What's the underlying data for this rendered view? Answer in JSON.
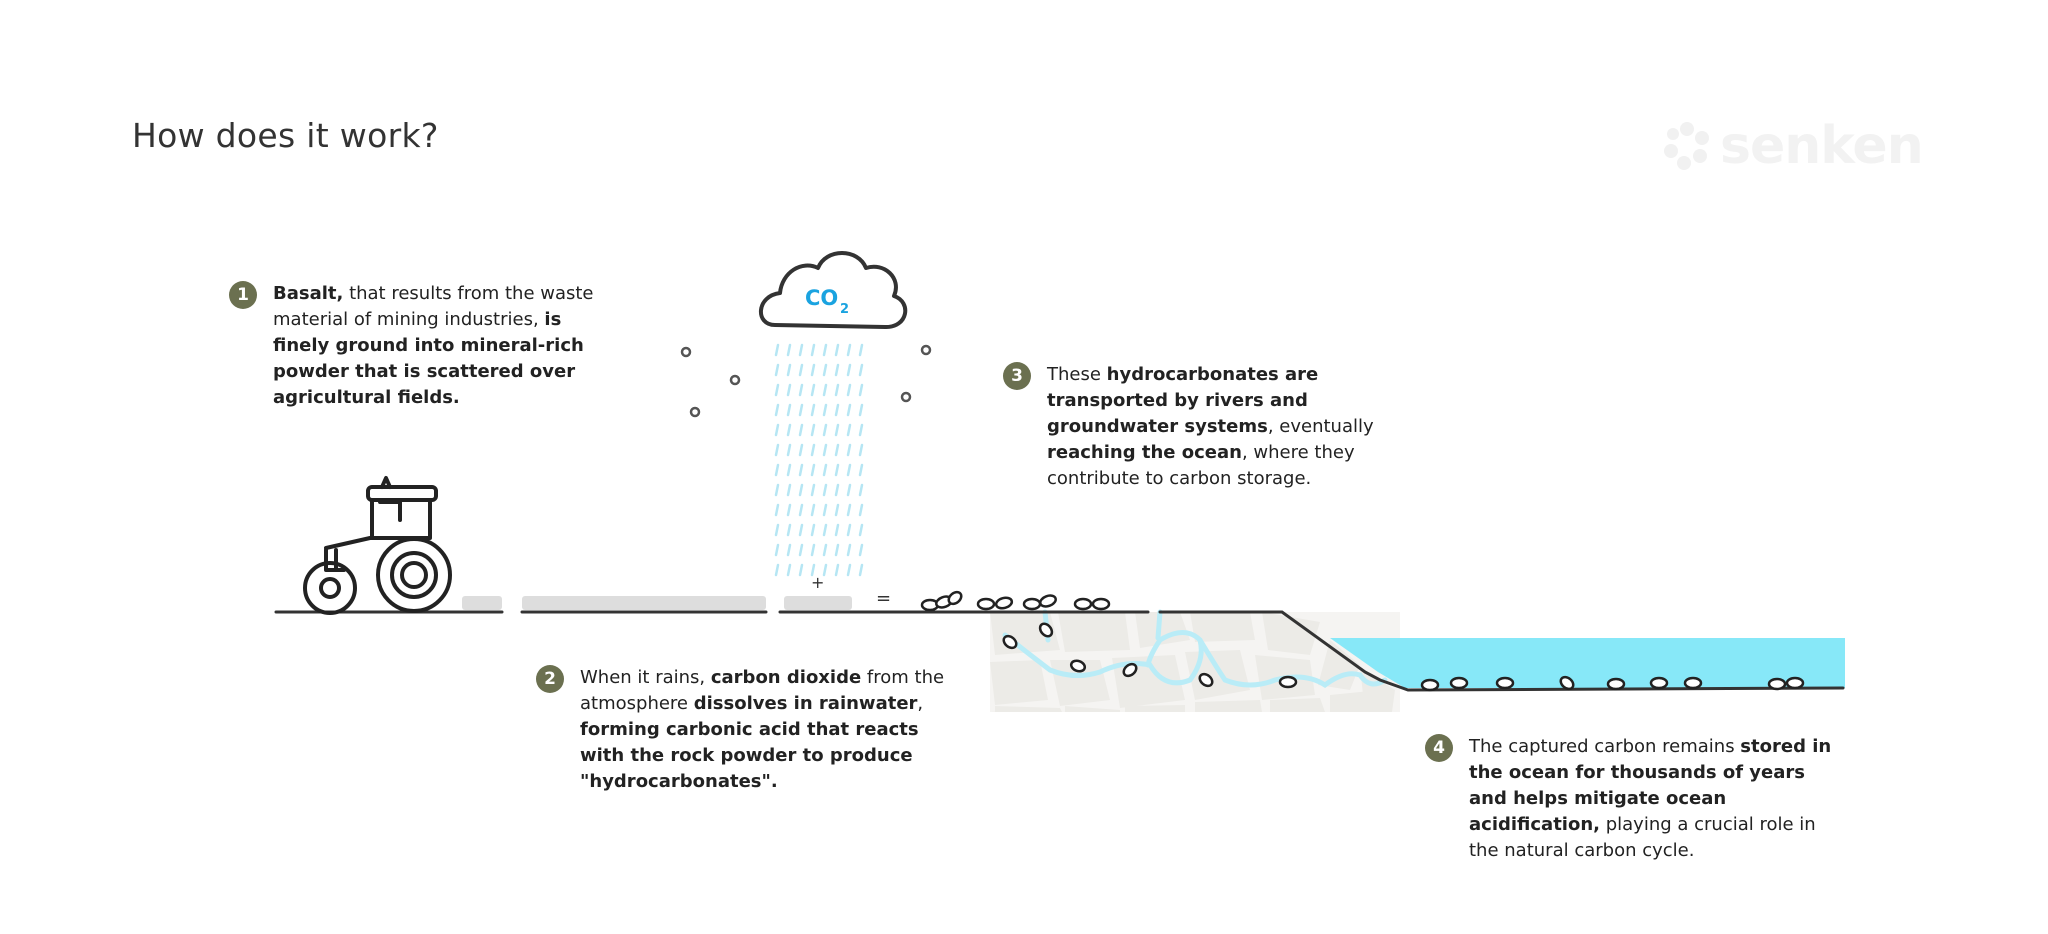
{
  "title": "How does it work?",
  "logo": {
    "text": "senken",
    "icon": "flower-icon"
  },
  "colors": {
    "badge": "#6b7050",
    "water": "#87e8f8",
    "rain": "#b6e6f4",
    "co2": "#1aa3e0",
    "rock": "#ecebe7",
    "line": "#333333"
  },
  "diagram": {
    "co2_label": "CO",
    "co2_subscript": "2",
    "plus": "+",
    "equals": "="
  },
  "steps": [
    {
      "number": "1",
      "segments": [
        {
          "text": "Basalt,",
          "bold": true
        },
        {
          "text": " that results from the waste material of mining industries, ",
          "bold": false
        },
        {
          "text": "is finely ground into mineral-rich powder that is scattered over agricultural fields.",
          "bold": true
        }
      ]
    },
    {
      "number": "2",
      "segments": [
        {
          "text": "When it rains, ",
          "bold": false
        },
        {
          "text": "carbon dioxide",
          "bold": true
        },
        {
          "text": " from the atmosphere ",
          "bold": false
        },
        {
          "text": "dissolves in rainwater",
          "bold": true
        },
        {
          "text": ", ",
          "bold": false
        },
        {
          "text": "forming carbonic acid that reacts with the rock powder to produce \"hydrocarbonates\".",
          "bold": true
        }
      ]
    },
    {
      "number": "3",
      "segments": [
        {
          "text": "These ",
          "bold": false
        },
        {
          "text": "hydrocarbonates are transported by rivers and groundwater systems",
          "bold": true
        },
        {
          "text": ", eventually ",
          "bold": false
        },
        {
          "text": "reaching the ocean",
          "bold": true
        },
        {
          "text": ", where they contribute to carbon storage.",
          "bold": false
        }
      ]
    },
    {
      "number": "4",
      "segments": [
        {
          "text": "The captured carbon remains ",
          "bold": false
        },
        {
          "text": "stored in the ocean for thousands of years and helps mitigate ocean acidification,",
          "bold": true
        },
        {
          "text": " playing a crucial role in the natural carbon cycle.",
          "bold": false
        }
      ]
    }
  ]
}
